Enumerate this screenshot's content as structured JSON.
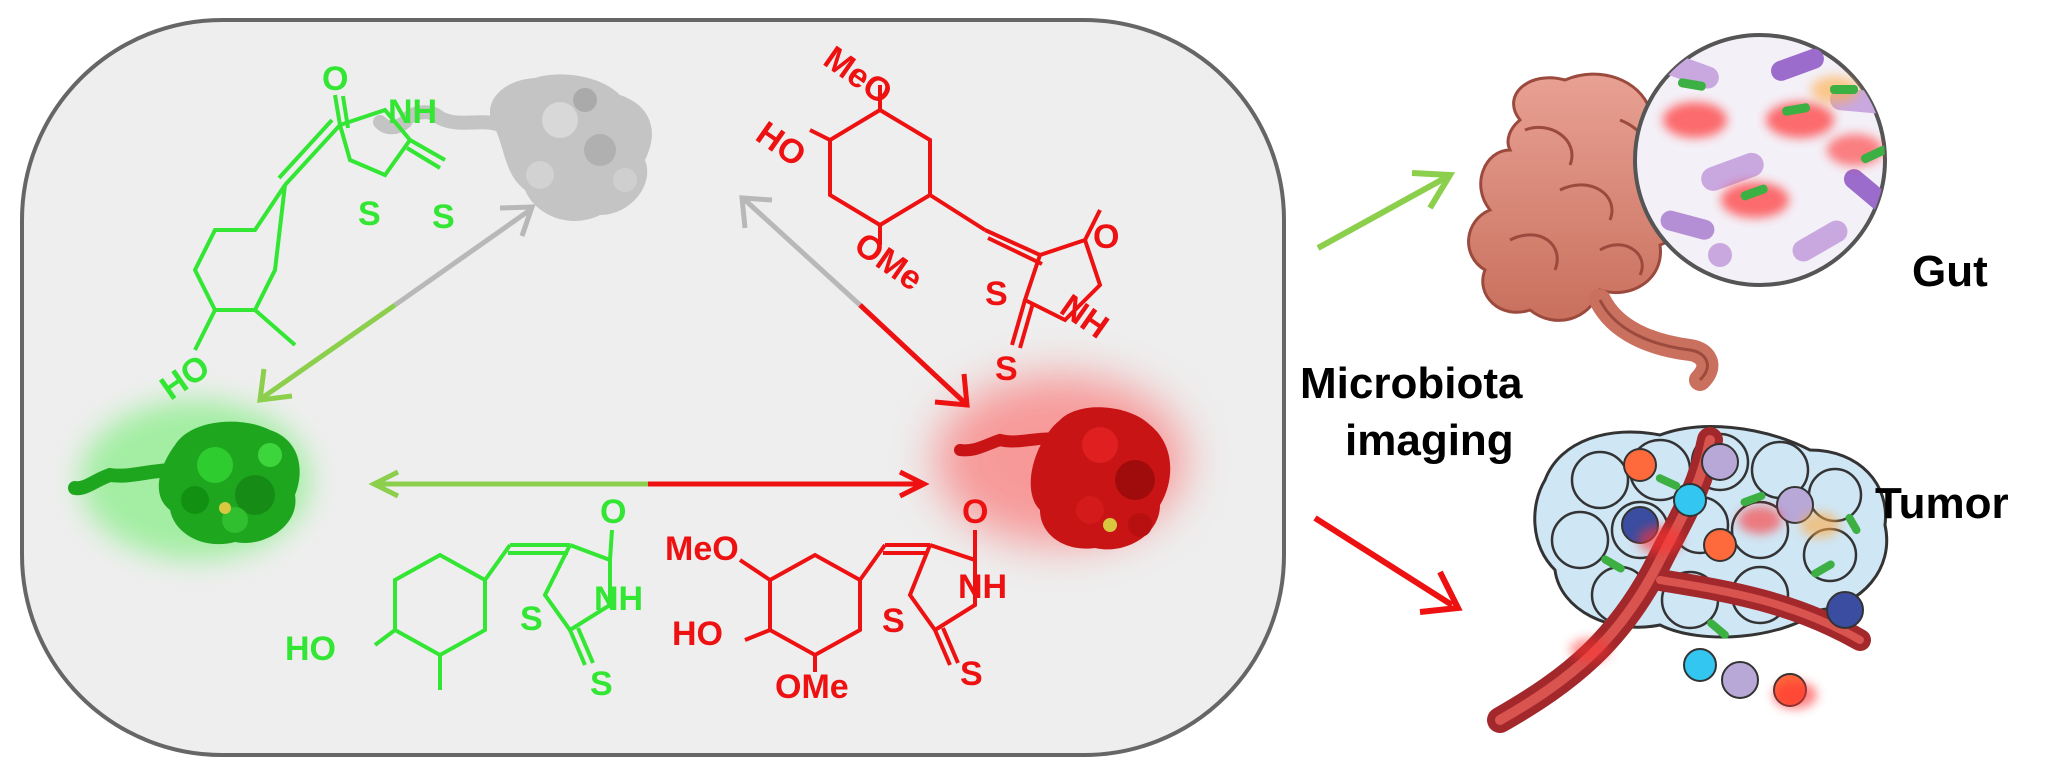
{
  "colors": {
    "green": "#33e633",
    "green_arrow": "#8ccf4d",
    "red": "#ee1111",
    "gray": "#b8b8b8",
    "panel_fill": "#eeeeee",
    "panel_border": "#666666"
  },
  "molecules": {
    "green_top": {
      "ho": "HO",
      "o": "O",
      "nh": "NH",
      "s_ring": "S",
      "s_thione": "S"
    },
    "red_top": {
      "meo": "MeO",
      "ho": "HO",
      "ome": "OMe",
      "o": "O",
      "nh": "NH",
      "s_ring": "S",
      "s_thione": "S"
    },
    "green_bottom": {
      "ho": "HO",
      "o": "O",
      "nh": "NH",
      "s_ring": "S",
      "s_thione": "S"
    },
    "red_bottom": {
      "meo": "MeO",
      "ho": "HO",
      "ome": "OMe",
      "o": "O",
      "nh": "NH",
      "s_ring": "S",
      "s_thione": "S"
    }
  },
  "proteins": {
    "top_state": "gray-protein",
    "left_state": "green-protein",
    "right_state": "red-protein"
  },
  "labels": {
    "microbiota_line1": "Microbiota",
    "microbiota_line2": "imaging",
    "gut": "Gut",
    "tumor": "Tumor"
  }
}
